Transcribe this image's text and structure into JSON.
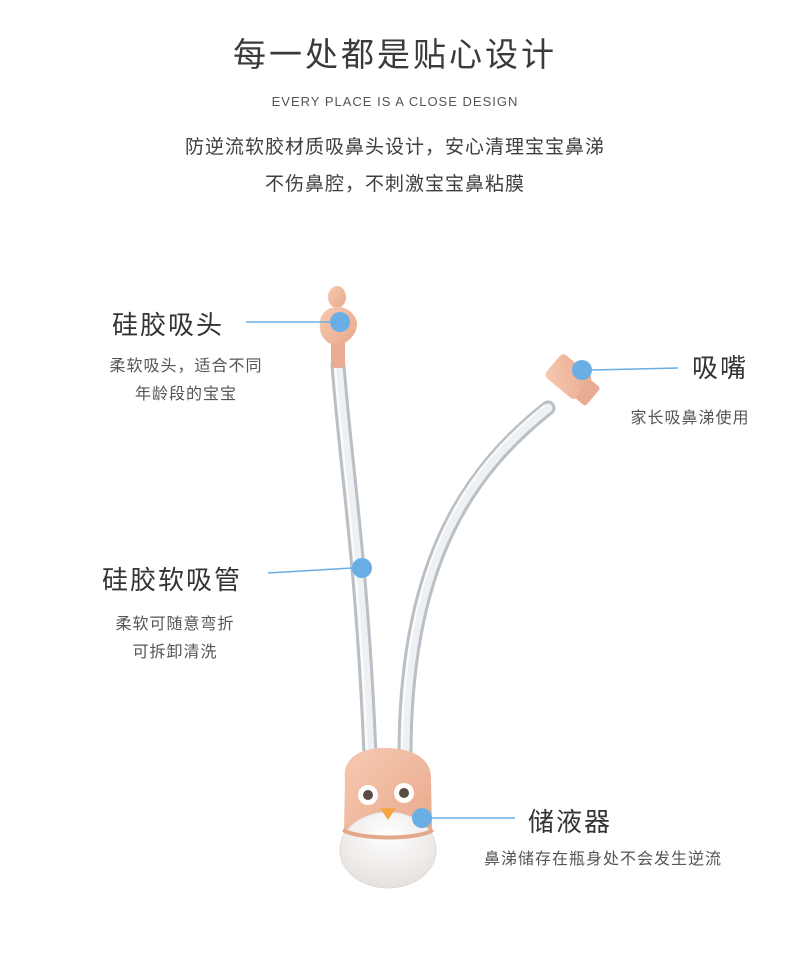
{
  "header": {
    "title": "每一处都是贴心设计",
    "subtitle_en": "EVERY PLACE IS A CLOSE DESIGN",
    "desc_line1": "防逆流软胶材质吸鼻头设计，安心清理宝宝鼻涕",
    "desc_line2": "不伤鼻腔，不刺激宝宝鼻粘膜"
  },
  "callouts": {
    "nose_tip": {
      "title": "硅胶吸头",
      "desc_line1": "柔软吸头，适合不同",
      "desc_line2": "年龄段的宝宝"
    },
    "mouthpiece": {
      "title": "吸嘴",
      "desc_line1": "家长吸鼻涕使用"
    },
    "tube": {
      "title": "硅胶软吸管",
      "desc_line1": "柔软可随意弯折",
      "desc_line2": "可拆卸清洗"
    },
    "reservoir": {
      "title": "储液器",
      "desc_line1": "鼻涕储存在瓶身处不会发生逆流"
    }
  },
  "colors": {
    "accent_blue": "#6aaee6",
    "silicone_peach": "#f1b99e",
    "tube_clear": "#e6e9ec",
    "base_white": "#f4f2f0"
  }
}
